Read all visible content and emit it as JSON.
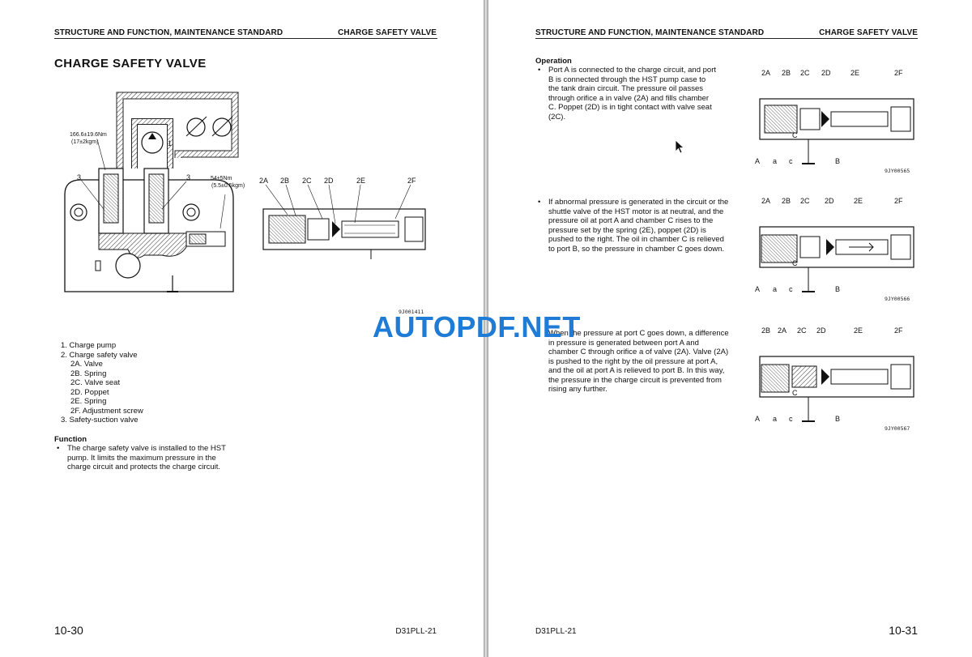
{
  "left": {
    "header_left": "STRUCTURE AND FUNCTION, MAINTENANCE STANDARD",
    "header_right": "CHARGE SAFETY VALVE",
    "title": "CHARGE SAFETY VALVE",
    "figure": {
      "torque1": "166.6±19.6Nm",
      "torque1b": "(17±2kgm)",
      "torque2": "54±5Nm",
      "torque2b": "(5.5±0.5kgm)",
      "num1": "1",
      "num3a": "3",
      "num3b": "3",
      "callouts": [
        "2A",
        "2B",
        "2C",
        "2D",
        "2E",
        "2F"
      ],
      "code": "9J001411"
    },
    "parts": [
      {
        "text": "1. Charge pump",
        "indent": false
      },
      {
        "text": "2. Charge safety valve",
        "indent": false
      },
      {
        "text": "2A. Valve",
        "indent": true
      },
      {
        "text": "2B. Spring",
        "indent": true
      },
      {
        "text": "2C. Valve seat",
        "indent": true
      },
      {
        "text": "2D. Poppet",
        "indent": true
      },
      {
        "text": "2E. Spring",
        "indent": true
      },
      {
        "text": "2F. Adjustment screw",
        "indent": true
      },
      {
        "text": "3. Safety-suction valve",
        "indent": false
      }
    ],
    "function_heading": "Function",
    "function_text": "The charge safety valve is installed to the HST pump.  It limits the maximum pressure in the charge circuit and protects the charge circuit.",
    "page_number": "10-30",
    "doc_code": "D31PLL-21"
  },
  "right": {
    "header_left": "STRUCTURE AND FUNCTION, MAINTENANCE STANDARD",
    "header_right": "CHARGE SAFETY VALVE",
    "operation_heading": "Operation",
    "op1": "Port  A is connected to the charge circuit, and port B is connected through the HST pump case to the tank drain circuit.  The pressure oil passes through orifice a in valve (2A) and fills chamber C.  Poppet (2D) is in tight contact  with  valve seat (2C).",
    "op2": "If abnormal pressure is generated in the circuit or the shuttle valve of the HST motor is at neutral, and the pressure oil at port A and chamber C rises to the pressure set by the spring (2E), poppet (2D) is pushed to the right.  The oil in chamber  C is relieved to port B, so the pressure in chamber C goes down.",
    "op3": "When the pressure at port C goes down, a difference in pressure is generated between port A and chamber C through orifice a of valve (2A). Valve (2A) is pushed to the right by the oil pressure at port A, and the oil at port A is relieved to port B.  In this way, the pressure in the charge circuit is prevented from rising any further.",
    "figs": [
      {
        "callouts": [
          "2A",
          "2B",
          "2C",
          "2D",
          "2E",
          "2F"
        ],
        "ports": [
          "A",
          "a",
          "c",
          "C",
          "B"
        ],
        "code": "9JY00565"
      },
      {
        "callouts": [
          "2A",
          "2B",
          "2C",
          "2D",
          "2E",
          "2F"
        ],
        "ports": [
          "A",
          "a",
          "c",
          "C",
          "B"
        ],
        "code": "9JY00566"
      },
      {
        "callouts": [
          "2B",
          "2A",
          "2C",
          "2D",
          "2E",
          "2F"
        ],
        "ports": [
          "A",
          "a",
          "c",
          "C",
          "B"
        ],
        "code": "9JY00567"
      }
    ],
    "page_number": "10-31",
    "doc_code": "D31PLL-21"
  },
  "watermark": "AUTOPDF.NET"
}
